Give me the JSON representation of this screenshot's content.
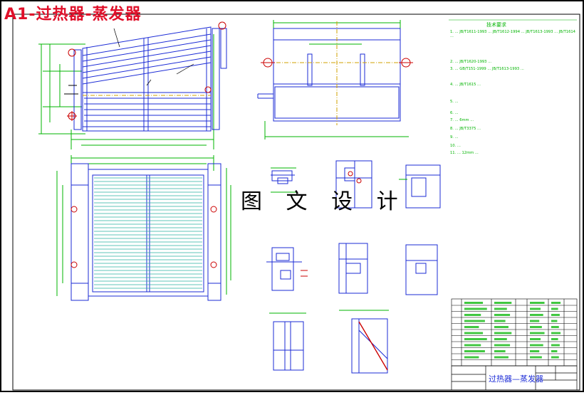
{
  "drawing": {
    "title": "A1-过热器-蒸发器",
    "watermark": "图 文 设 计",
    "title_block_name": "过热器—蒸发器",
    "notes_heading": "技术要求",
    "notes": [
      "1. ... JB/T1611-1993 ... JB/T1612-1994 ... JB/T1613-1993 ... JB/T1614 ...",
      "2. ... JB/T1620-1993 ...",
      "3. ... GB/T151-1999 ... JB/T1613-1993 ...",
      "4. ... JB/T1615 ...",
      "5. ...",
      "6. ...",
      "7. ... 6mm ...",
      "8. ... JB/T3375 ...",
      "9. ...",
      "10. ...",
      "11. ... 12mm ..."
    ]
  },
  "colors": {
    "title": "#e0102a",
    "outline": "#1b2bd6",
    "dimension": "#00b400",
    "centerline": "#d2a000",
    "marker": "#cc0000",
    "black": "#000000"
  }
}
